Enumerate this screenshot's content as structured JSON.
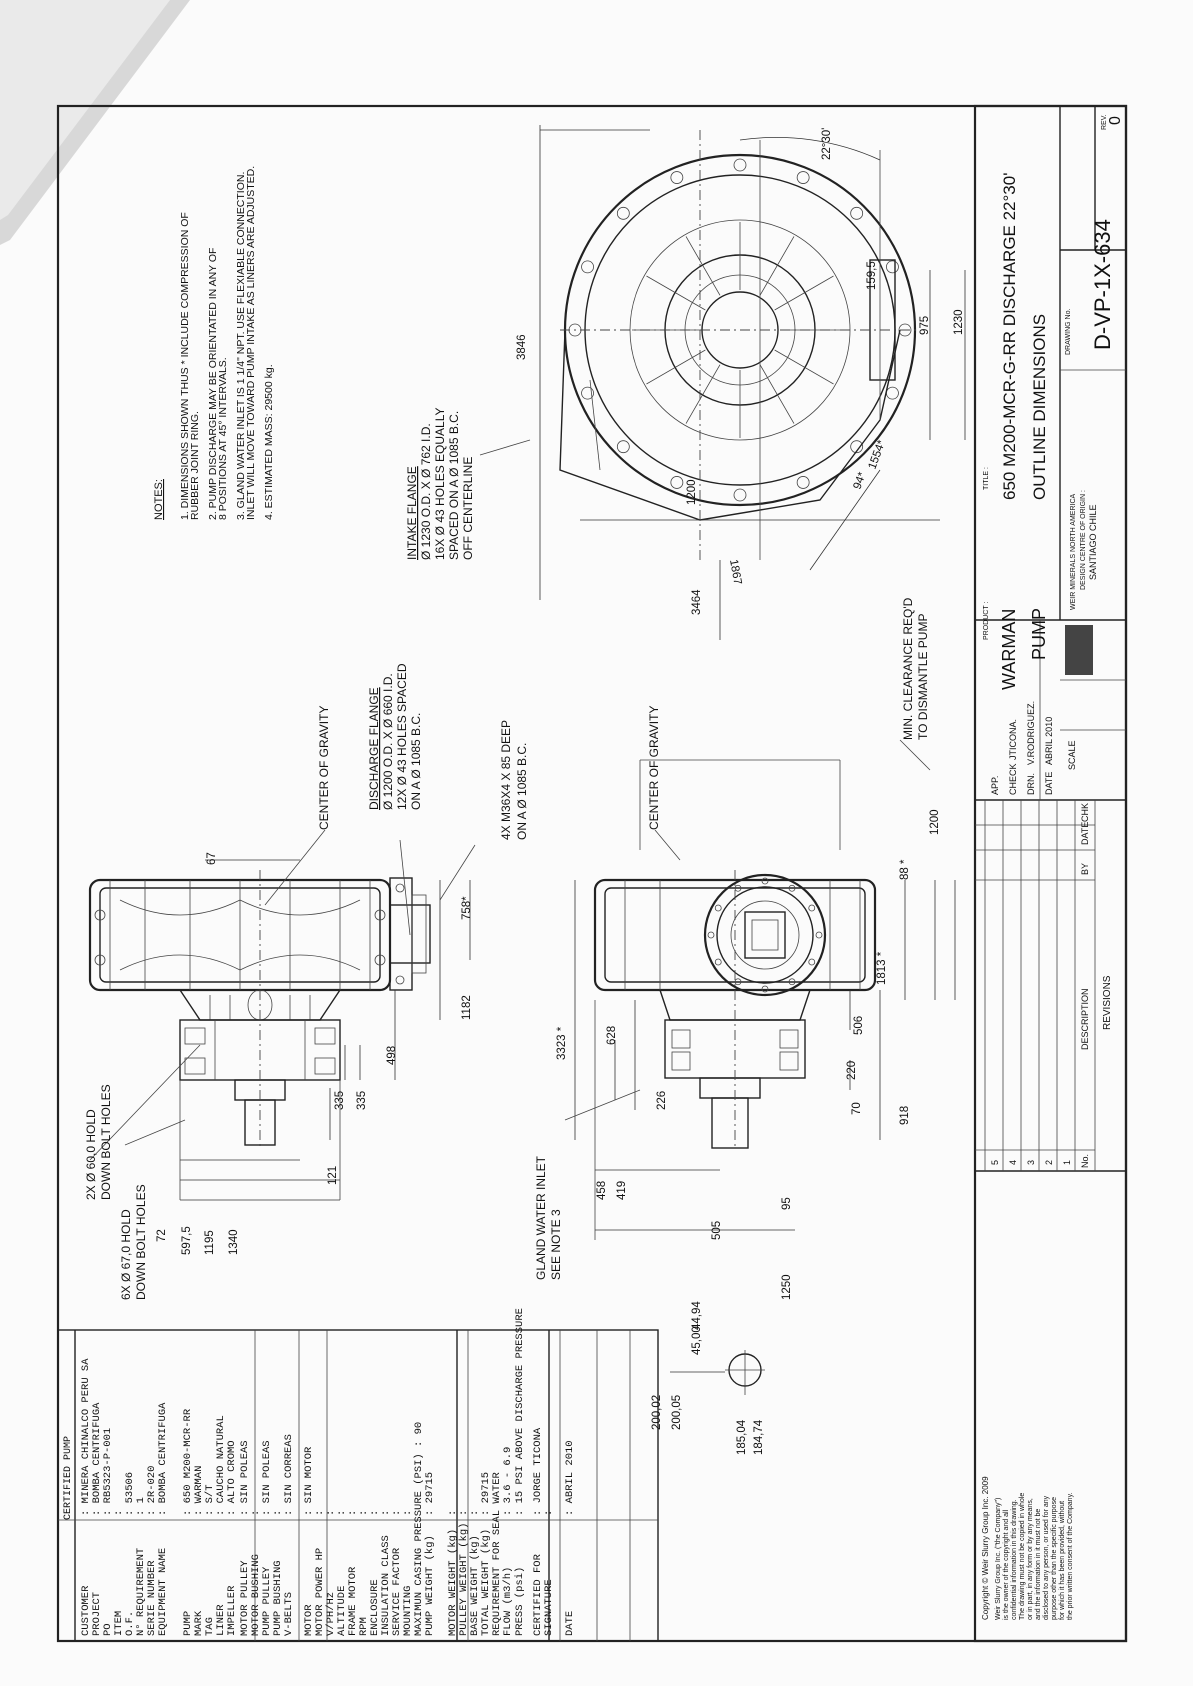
{
  "certified_pump": {
    "header": "CERTIFIED PUMP",
    "rows": [
      {
        "label": "CUSTOMER",
        "value": ": MINERA CHINALCO PERU SA"
      },
      {
        "label": "PROJECT",
        "value": ": BOMBA CENTRIFUGA"
      },
      {
        "label": "PO",
        "value": ": RB5323-P-001"
      },
      {
        "label": "ITEM",
        "value": ":"
      },
      {
        "label": "O.F.",
        "value": ": 53506"
      },
      {
        "label": "N° REQUIREMENT",
        "value": ": 1"
      },
      {
        "label": "SERIE NUMBER",
        "value": ": 2R-020"
      },
      {
        "label": "EQUIPMENT NAME",
        "value": ": BOMBA CENTRIFUGA"
      },
      {
        "label": "PUMP",
        "value": ": 650 M200-MCR-RR"
      },
      {
        "label": "MARK",
        "value": ": WARMAN"
      },
      {
        "label": "TAG",
        "value": ": S/T"
      },
      {
        "label": "LINER",
        "value": ": CAUCHO NATURAL"
      },
      {
        "label": "IMPELLER",
        "value": ": ALTO CROMO"
      },
      {
        "label": "MOTOR PULLEY",
        "value": ": SIN POLEAS"
      },
      {
        "label": "MOTOR BUSHING",
        "value": ":"
      },
      {
        "label": "PUMP PULLEY",
        "value": ": SIN POLEAS"
      },
      {
        "label": "PUMP BUSHING",
        "value": ":"
      },
      {
        "label": "V-BELTS",
        "value": ": SIN CORREAS"
      },
      {
        "label": "MOTOR",
        "value": ": SIN MOTOR"
      },
      {
        "label": "MOTOR POWER HP",
        "value": ":"
      },
      {
        "label": "V/PH/Hz",
        "value": ":"
      },
      {
        "label": "ALTITUDE",
        "value": ":"
      },
      {
        "label": "FRAME MOTOR",
        "value": ":"
      },
      {
        "label": "RPM",
        "value": ":"
      },
      {
        "label": "ENCLOSURE",
        "value": ":"
      },
      {
        "label": "INSULATION CLASS",
        "value": ":"
      },
      {
        "label": "SERVICE FACTOR",
        "value": ":"
      },
      {
        "label": "MOUNTING",
        "value": ":"
      },
      {
        "label": "MAXIMUN CASING PRESSURE (PSI) : 90",
        "value": ""
      },
      {
        "label": "PUMP WEIGHT (kg)",
        "value": ": 29715"
      },
      {
        "label": "MOTOR WEIGHT (kg)",
        "value": ":"
      },
      {
        "label": "PULLEY WEIGHT (kg)",
        "value": ":"
      },
      {
        "label": "BASE WEIGHT (kg)",
        "value": ":"
      },
      {
        "label": "TOTAL WEIGHT (kg)",
        "value": ": 29715"
      },
      {
        "label": "REQUIREMENT FOR SEAL WATER",
        "value": ""
      },
      {
        "label": "FLOW (m3/h)",
        "value": ": 3.6 - 6.9"
      },
      {
        "label": "PRESS (psi)",
        "value": ": 15 PSI ABOVE DISCHARGE PRESSURE"
      },
      {
        "label": "CERTIFIED FOR",
        "value": ": JORGE TICONA"
      },
      {
        "label": "SIGNATURE",
        "value": ":"
      },
      {
        "label": "DATE",
        "value": ": ABRIL 2010"
      }
    ]
  },
  "notes": {
    "title": "NOTES:",
    "items": [
      "1. DIMENSIONS SHOWN THUS * INCLUDE COMPRESSION OF",
      "    RUBBER JOINT RING.",
      "2. PUMP DISCHARGE MAY BE ORIENTATED IN ANY OF",
      "    8 POSITIONS AT 45° INTERVALS.",
      "3. GLAND WATER INLET IS 1 1/4\" NPT.  USE FLEXIABLE CONNECTION.",
      "    INLET WILL MOVE TOWARD PUMP INTAKE AS LINERS ARE ADJUSTED.",
      "4. ESTIMATED MASS: 29500 kg."
    ]
  },
  "intake_flange": {
    "title": "INTAKE FLANGE",
    "lines": [
      "Ø 1230 O.D. X  Ø 762 I.D.",
      "16X  Ø  43 HOLES EQUALLY",
      "SPACED ON A  Ø  1085 B.C.",
      "OFF CENTERLINE"
    ]
  },
  "discharge_flange": {
    "title": "DISCHARGE FLANGE",
    "lines": [
      "Ø 1200 O.D. X  Ø  660 I.D.",
      "12X  Ø  43 HOLES SPACED",
      "ON A  Ø  1085 B.C."
    ]
  },
  "callouts": {
    "bolts": [
      "4X  M36X4  X  85 DEEP",
      "ON A  Ø  1085 B.C."
    ],
    "cog1": "CENTER OF  GRAVITY",
    "cog2": "CENTER OF  GRAVITY",
    "clearance": [
      "MIN. CLEARANCE REQ'D",
      "TO DISMANTLE PUMP"
    ],
    "gland": [
      "GLAND WATER INLET",
      "SEE NOTE 3"
    ],
    "hold60": [
      "2X  Ø  60,0 HOLD",
      "DOWN BOLT HOLES"
    ],
    "hold67": [
      "6X  Ø  67,0 HOLD",
      "DOWN BOLT HOLES"
    ]
  },
  "dims": {
    "d3846": "3846",
    "d3464": "3464",
    "d1200": "1200",
    "d1867": "1867",
    "d975": "975",
    "d1230": "1230",
    "d1554": "1554*",
    "d94": "94*",
    "d1595": "159,5",
    "ang": "22°30'",
    "d1340": "1340",
    "d1195": "1195",
    "d5975": "597,5",
    "d72": "72",
    "d121": "121",
    "d335a": "335",
    "d335b": "335",
    "d498": "498",
    "d1182": "1182",
    "d758": "758*",
    "d67": "67",
    "d3323": "3323 *",
    "d628": "628",
    "d226": "226",
    "d458": "458",
    "d419": "419",
    "d95": "95",
    "d505": "505",
    "d1250": "1250",
    "d220": "220",
    "d506": "506",
    "d1813": "1813 *",
    "d70": "70",
    "d918": "918",
    "d88": "88 *",
    "d1200b": "1200",
    "d4500": "45,00",
    "d4494": "44,94",
    "d20005": "200,05",
    "d20002": "200,02",
    "d18504": "185,04",
    "d18474": "184,74"
  },
  "title_block": {
    "copyright": "Copyright © Weir Slurry Group Inc. 2009",
    "legal": [
      "Weir Slurry Group Inc. (\"the Company\")",
      "is the owner of the copyright and all",
      "confidential information in this drawing.",
      "The drawing must not be copied in whole",
      "or in part, in any form or by any means,",
      "and the information in it must not be",
      "disclosed to any person, or used for any",
      "purpose other than the specific purpose",
      "for which it has been provided, without",
      "the prior written consent of the Company."
    ],
    "rev_rows": [
      "5",
      "4",
      "3",
      "2",
      "1"
    ],
    "rev_head": {
      "no": "No.",
      "desc": "DESCRIPTION",
      "by": "BY",
      "date": "DATE",
      "chk": "CHK"
    },
    "revisions": "REVISIONS",
    "app": "APP.",
    "check": "CHECK",
    "check_val": "JTICONA.",
    "drn": "DRN.",
    "drn_val": "V.RODRIGUEZ.",
    "date": "DATE",
    "date_val": "ABRIL 2010",
    "scale": "SCALE",
    "product_label": "PRODUCT :",
    "product1": "WARMAN",
    "product2": "PUMP",
    "title_label": "TITLE :",
    "title1": "650 M200-MCR-G-RR   DISCHARGE 22°30'",
    "title2": "OUTLINE DIMENSIONS",
    "company": "WEIR MINERALS NORTH AMERICA",
    "centre": "DESIGN CENTRE OF ORIGIN :",
    "city": "SANTIAGO CHILE",
    "drawing_label": "DRAWING No.",
    "drawing_no": "D-VP-1X-634",
    "rev_label": "REV.",
    "rev_no": "0"
  }
}
